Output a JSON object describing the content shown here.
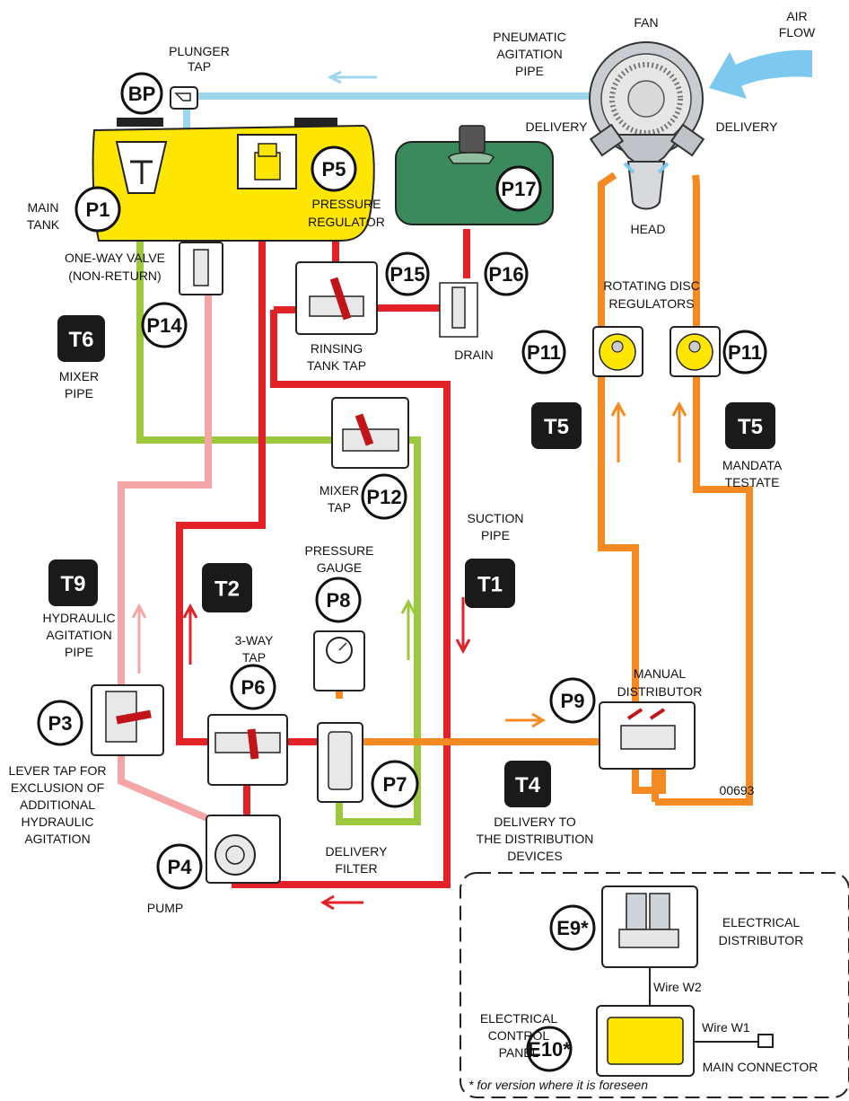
{
  "colors": {
    "suction": "#e32228",
    "delivery": "#f58a22",
    "mixer": "#9bc83c",
    "hydraulic": "#f4a6a6",
    "pneumatic": "#9fd6ef",
    "tank": "#ffe600",
    "rinse_tank": "#3a8a5b"
  },
  "badges": {
    "BP": "BP",
    "P1": "P1",
    "P3": "P3",
    "P4": "P4",
    "P5": "P5",
    "P6": "P6",
    "P7": "P7",
    "P8": "P8",
    "P9": "P9",
    "P11a": "P11",
    "P11b": "P11",
    "P12": "P12",
    "P14": "P14",
    "P15": "P15",
    "P16": "P16",
    "P17": "P17",
    "E9": "E9*",
    "E10": "E10*"
  },
  "pipes": {
    "T1": "T1",
    "T2": "T2",
    "T4": "T4",
    "T5a": "T5",
    "T5b": "T5",
    "T6": "T6",
    "T9": "T9"
  },
  "labels": {
    "plunger_tap": [
      "PLUNGER",
      "TAP"
    ],
    "pneumatic_pipe": [
      "PNEUMATIC",
      "AGITATION",
      "PIPE"
    ],
    "fan": "FAN",
    "air_flow": [
      "AIR",
      "FLOW"
    ],
    "delivery_left": "DELIVERY",
    "delivery_right": "DELIVERY",
    "head": "HEAD",
    "main_tank": [
      "MAIN",
      "TANK"
    ],
    "pressure_regulator": [
      "PRESSURE",
      "REGULATOR"
    ],
    "one_way_valve": [
      "ONE-WAY VALVE",
      "(NON-RETURN)"
    ],
    "rinsing_tank_tap": [
      "RINSING",
      "TANK TAP"
    ],
    "drain": "DRAIN",
    "rotating_disc": [
      "ROTATING DISC",
      "REGULATORS"
    ],
    "mixer_pipe": [
      "MIXER",
      "PIPE"
    ],
    "mandata_testate": [
      "MANDATA",
      "TESTATE"
    ],
    "mixer_tap": [
      "MIXER",
      "TAP"
    ],
    "suction_pipe": [
      "SUCTION",
      "PIPE"
    ],
    "pressure_gauge": [
      "PRESSURE",
      "GAUGE"
    ],
    "hydraulic_pipe": [
      "HYDRAULIC",
      "AGITATION",
      "PIPE"
    ],
    "three_way_tap": [
      "3-WAY",
      "TAP"
    ],
    "manual_distributor": [
      "MANUAL",
      "DISTRIBUTOR"
    ],
    "lever_tap": [
      "LEVER TAP FOR",
      "EXCLUSION OF",
      "ADDITIONAL",
      "HYDRAULIC",
      "AGITATION"
    ],
    "delivery_devices": [
      "DELIVERY TO",
      "THE DISTRIBUTION",
      "DEVICES"
    ],
    "code": "00693",
    "delivery_filter": [
      "DELIVERY",
      "FILTER"
    ],
    "pump": "PUMP",
    "electrical_distributor": [
      "ELECTRICAL",
      "DISTRIBUTOR"
    ],
    "wire_w2": "Wire W2",
    "wire_w1": "Wire W1",
    "electrical_panel": [
      "ELECTRICAL",
      "CONTROL",
      "PANEL"
    ],
    "main_connector": "MAIN CONNECTOR",
    "footnote": "* for version where it is foreseen"
  }
}
